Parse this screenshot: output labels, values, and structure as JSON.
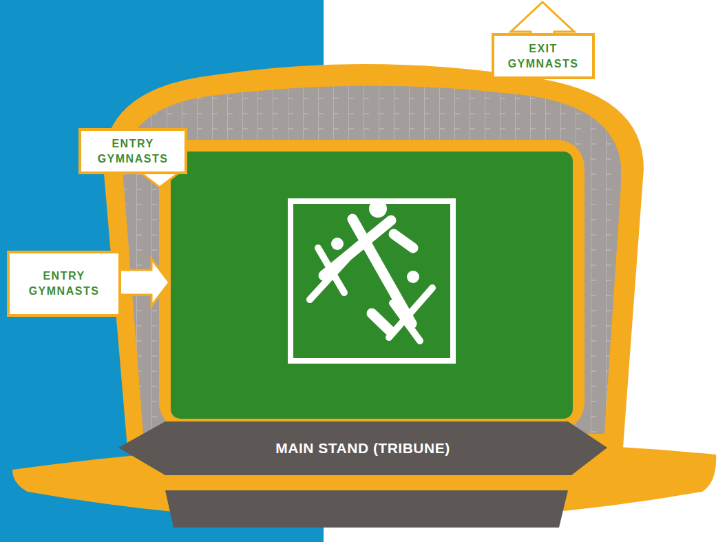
{
  "diagram": {
    "nodes": [
      {
        "text": [
          "ENTRY GYMNASTS"
        ]
      },
      {
        "text": [
          "EXIT GYMNASTS"
        ]
      },
      {
        "text": [
          "ENTRY GYMNASTS"
        ]
      },
      {
        "text": [
          "MAIN STAND (TRIBUNE)"
        ]
      }
    ]
  }
}
